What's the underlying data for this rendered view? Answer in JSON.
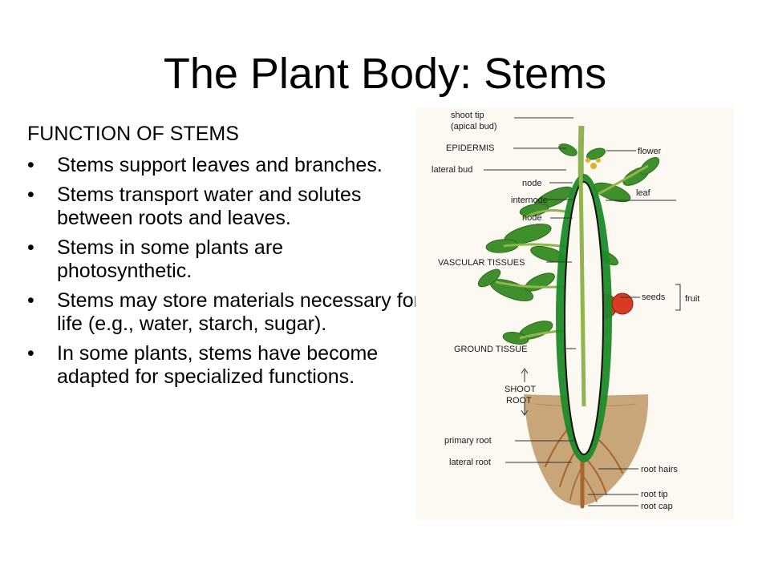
{
  "slide": {
    "title": "The Plant Body: Stems",
    "heading": "FUNCTION OF STEMS",
    "bullets": [
      "Stems support leaves and branches.",
      "Stems transport water and solutes between roots and leaves.",
      "Stems in some plants are photosynthetic.",
      "Stems may store materials necessary for life (e.g., water, starch, sugar).",
      "In some plants, stems have become adapted for specialized functions."
    ],
    "bullet_glyph": "•"
  },
  "diagram": {
    "labels": {
      "shoot_tip": "shoot tip",
      "apical_bud": "(apical bud)",
      "epidermis": "EPIDERMIS",
      "lateral_bud": "lateral bud",
      "node_1": "node",
      "internode": "internode",
      "node_2": "node",
      "flower": "flower",
      "leaf": "leaf",
      "vascular_tissues": "VASCULAR TISSUES",
      "seeds": "seeds",
      "fruit": "fruit",
      "ground_tissue": "GROUND TISSUE",
      "shoot": "SHOOT",
      "root": "ROOT",
      "primary_root": "primary root",
      "lateral_root": "lateral root",
      "root_hairs": "root hairs",
      "root_tip": "root tip",
      "root_cap": "root cap"
    },
    "colors": {
      "highlight_oval": "#1e8a28",
      "oval_outline": "#111111",
      "leaf": "#3f8f2c",
      "leaf_dark": "#2d6b1e",
      "stem": "#8fb64e",
      "tomato": "#d83a22",
      "soil": "#c9a57a",
      "root": "#a8652a",
      "diagram_bg": "#fbf9f2"
    }
  }
}
